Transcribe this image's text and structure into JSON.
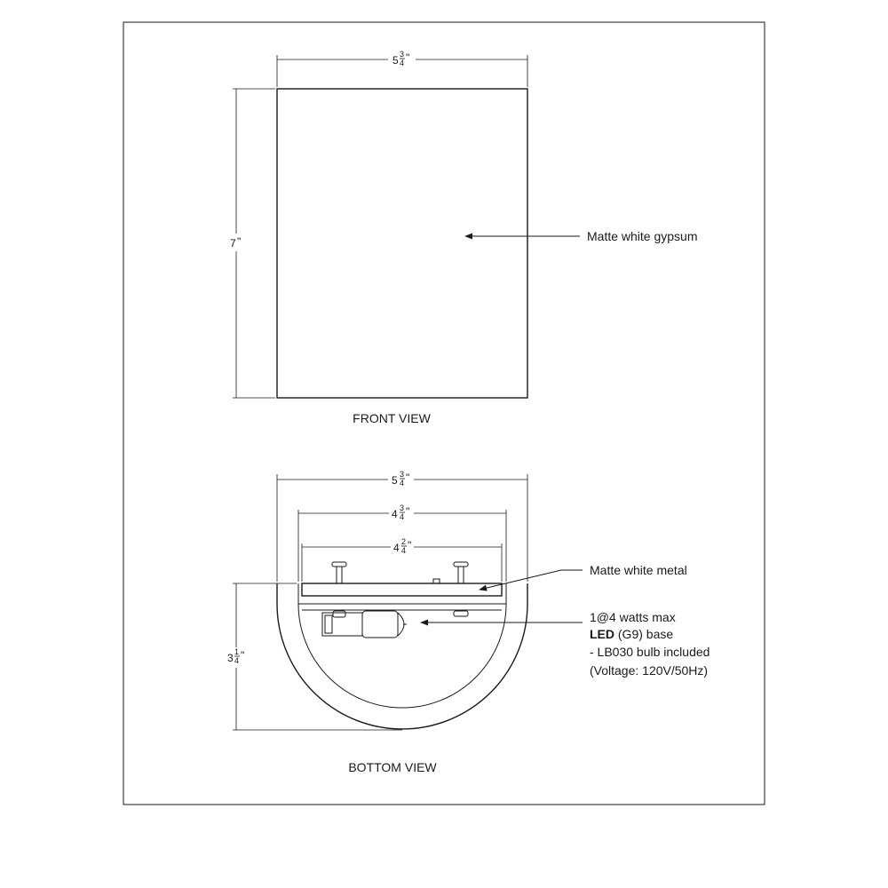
{
  "views": {
    "front": {
      "title": "FRONT VIEW"
    },
    "bottom": {
      "title": "BOTTOM VIEW"
    }
  },
  "dimensions": {
    "front_width": {
      "whole": "5",
      "num": "3",
      "den": "4",
      "unit": "\""
    },
    "front_height": {
      "whole": "7",
      "unit": "\""
    },
    "bottom_outer_width": {
      "whole": "5",
      "num": "3",
      "den": "4",
      "unit": "\""
    },
    "bottom_plate_width": {
      "whole": "4",
      "num": "3",
      "den": "4",
      "unit": "\""
    },
    "bottom_screw_span": {
      "whole": "4",
      "num": "2",
      "den": "4",
      "unit": "\""
    },
    "bottom_depth": {
      "whole": "3",
      "num": "1",
      "den": "4",
      "unit": "\""
    }
  },
  "callouts": {
    "gypsum": "Matte white gypsum",
    "metal": "Matte white metal",
    "bulb": {
      "line1": "1@4 watts max",
      "line2_bold": "LED",
      "line2_rest": " (G9) base",
      "line3": "- LB030 bulb included",
      "line4": "(Voltage: 120V/50Hz)"
    }
  }
}
